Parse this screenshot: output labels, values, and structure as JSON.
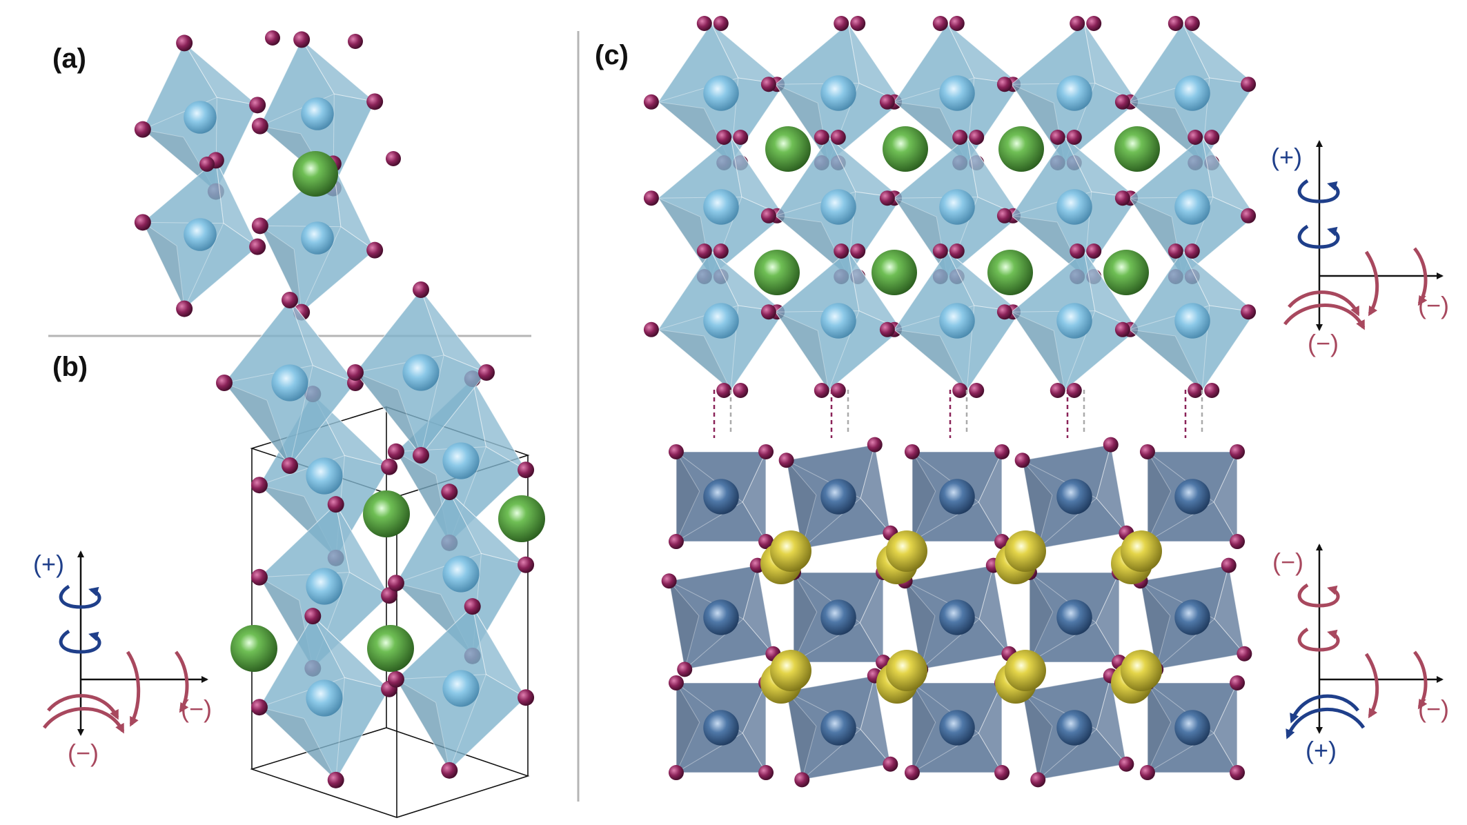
{
  "figure": {
    "panels": [
      {
        "label": "(a)"
      },
      {
        "label": "(b)"
      },
      {
        "label": "(c)"
      }
    ],
    "rotation_signs": {
      "b_vertical": "(+)",
      "b_horizontal_a": "(−)",
      "b_horizontal_b": "(−)",
      "c_top_vertical": "(+)",
      "c_top_horizontal_a": "(−)",
      "c_top_horizontal_b": "(−)",
      "c_bottom_vertical": "(−)",
      "c_bottom_horizontal_a": "(−)",
      "c_bottom_horizontal_b": "(+)"
    },
    "colors": {
      "octahedron_light": "#7fb3cc",
      "octahedron_dark": "#4d6a8e",
      "oxygen": "#8a2258",
      "b_site_light": "#7ec6e8",
      "b_site_dark": "#3f6b9c",
      "a_site_green": "#3f8f2e",
      "a_site_yellow": "#d6c83a",
      "positive_rotation": "#1f3f8a",
      "negative_rotation": "#a8485e",
      "divider": "#b5b5b5"
    }
  }
}
